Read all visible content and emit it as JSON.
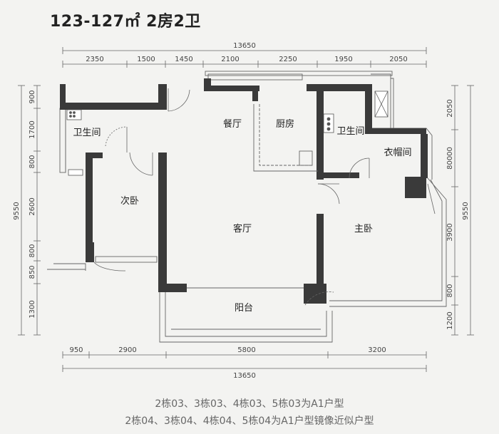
{
  "title": {
    "text": "123-127㎡ 2房2卫"
  },
  "dimensions": {
    "top_total": "13650",
    "top_segments": [
      "2350",
      "1500",
      "1450",
      "2100",
      "2250",
      "1950",
      "2050"
    ],
    "bottom_total": "13650",
    "bottom_segments": [
      "950",
      "2900",
      "5800",
      "3200"
    ],
    "left_total": "9550",
    "left_segments": [
      "900",
      "1700",
      "800",
      "2600",
      "800",
      "850",
      "1300"
    ],
    "right_total": "9550",
    "right_segments": [
      "2050",
      "80000",
      "3900",
      "800",
      "1200"
    ]
  },
  "rooms": {
    "bath_left": "卫生间",
    "dining": "餐厅",
    "kitchen": "厨房",
    "bath_right": "卫生间",
    "closet": "衣帽间",
    "second_bedroom": "次卧",
    "living": "客厅",
    "master_bedroom": "主卧",
    "balcony": "阳台"
  },
  "notes": {
    "line1": "2栋03、3栋03、4栋03、5栋03为A1户型",
    "line2": "2栋04、3栋04、4栋04、5栋04为A1户型镜像近似户型"
  },
  "colors": {
    "wall": "#3a3a3a",
    "line": "#555555",
    "background": "#f3f3f1"
  }
}
